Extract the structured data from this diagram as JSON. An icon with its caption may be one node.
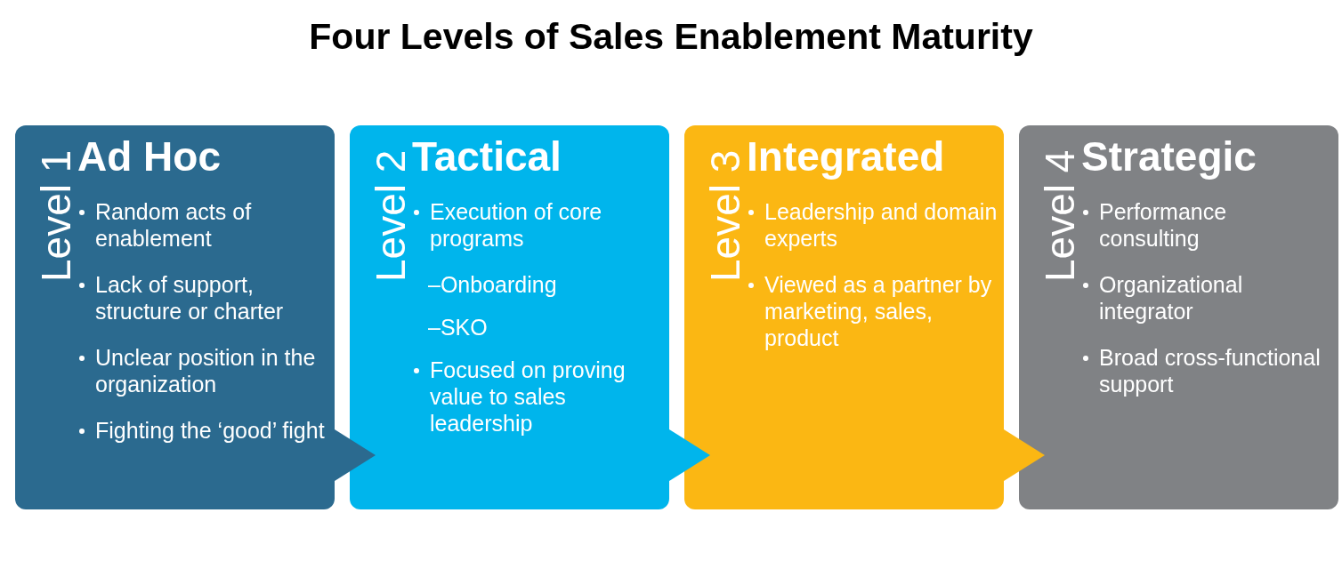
{
  "diagram": {
    "title": "Four Levels of Sales Enablement Maturity",
    "nodes": [
      {
        "text": [
          "Level 1",
          "Ad Hoc",
          "Random acts of enablement",
          "Lack of support, structure or charter",
          "Unclear position in the organization",
          "Fighting the ‘good’ fight"
        ]
      },
      {
        "text": [
          "Level 2",
          "Tactical",
          "Execution of core programs",
          "–Onboarding",
          "–SKO",
          "Focused on proving value to sales leadership"
        ]
      },
      {
        "text": [
          "Level 3",
          "Integrated",
          "Leadership and domain experts",
          "Viewed as a partner by marketing, sales, product"
        ]
      },
      {
        "text": [
          "Level 4",
          "Strategic",
          "Performance consulting",
          "Organizational integrator",
          "Broad cross-functional support"
        ]
      }
    ],
    "edges": [
      {
        "from": 0,
        "to": 1,
        "arrow": "to",
        "color": "#2b6a8f"
      },
      {
        "from": 1,
        "to": 2,
        "arrow": "to",
        "color": "#00b5ec"
      },
      {
        "from": 2,
        "to": 3,
        "arrow": "to",
        "color": "#fbb713"
      }
    ]
  }
}
